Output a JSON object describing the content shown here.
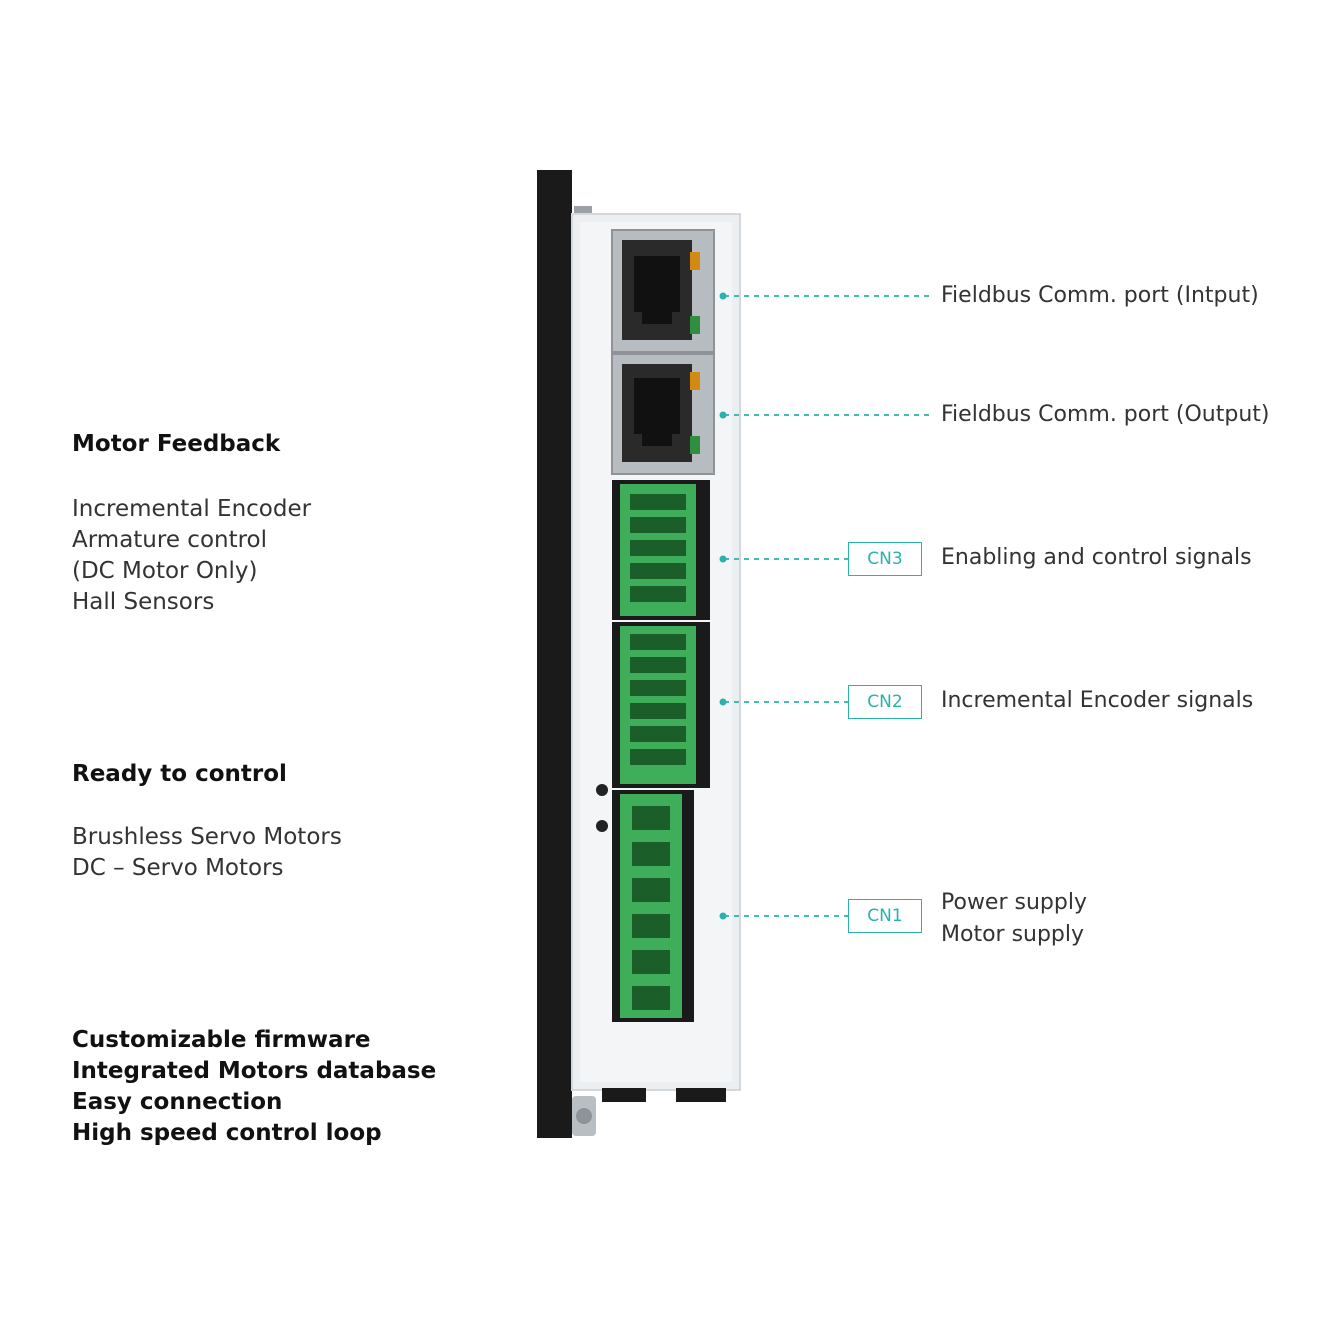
{
  "left_sections": {
    "motor_feedback": {
      "heading": "Motor Feedback",
      "items": [
        "Incremental Encoder",
        "Armature control",
        "(DC Motor Only)",
        "Hall Sensors"
      ]
    },
    "ready_to_control": {
      "heading": "Ready to control",
      "items": [
        "Brushless Servo Motors",
        "DC – Servo Motors"
      ]
    },
    "features": {
      "items": [
        "Customizable firmware",
        "Integrated Motors database",
        "Easy connection",
        "High speed control loop"
      ]
    }
  },
  "callouts": [
    {
      "connector": "",
      "lines": [
        "Fieldbus Comm. port (Intput)"
      ]
    },
    {
      "connector": "",
      "lines": [
        "Fieldbus Comm. port (Output)"
      ]
    },
    {
      "connector": "CN3",
      "lines": [
        "Enabling and control signals"
      ]
    },
    {
      "connector": "CN2",
      "lines": [
        "Incremental Encoder signals"
      ]
    },
    {
      "connector": "CN1",
      "lines": [
        "Power supply",
        "Motor supply"
      ]
    }
  ],
  "colors": {
    "accent": "#29b3aa",
    "terminal_green": "#3fae5a",
    "housing": "#e9ecee",
    "frame_black": "#1a1a1a"
  }
}
